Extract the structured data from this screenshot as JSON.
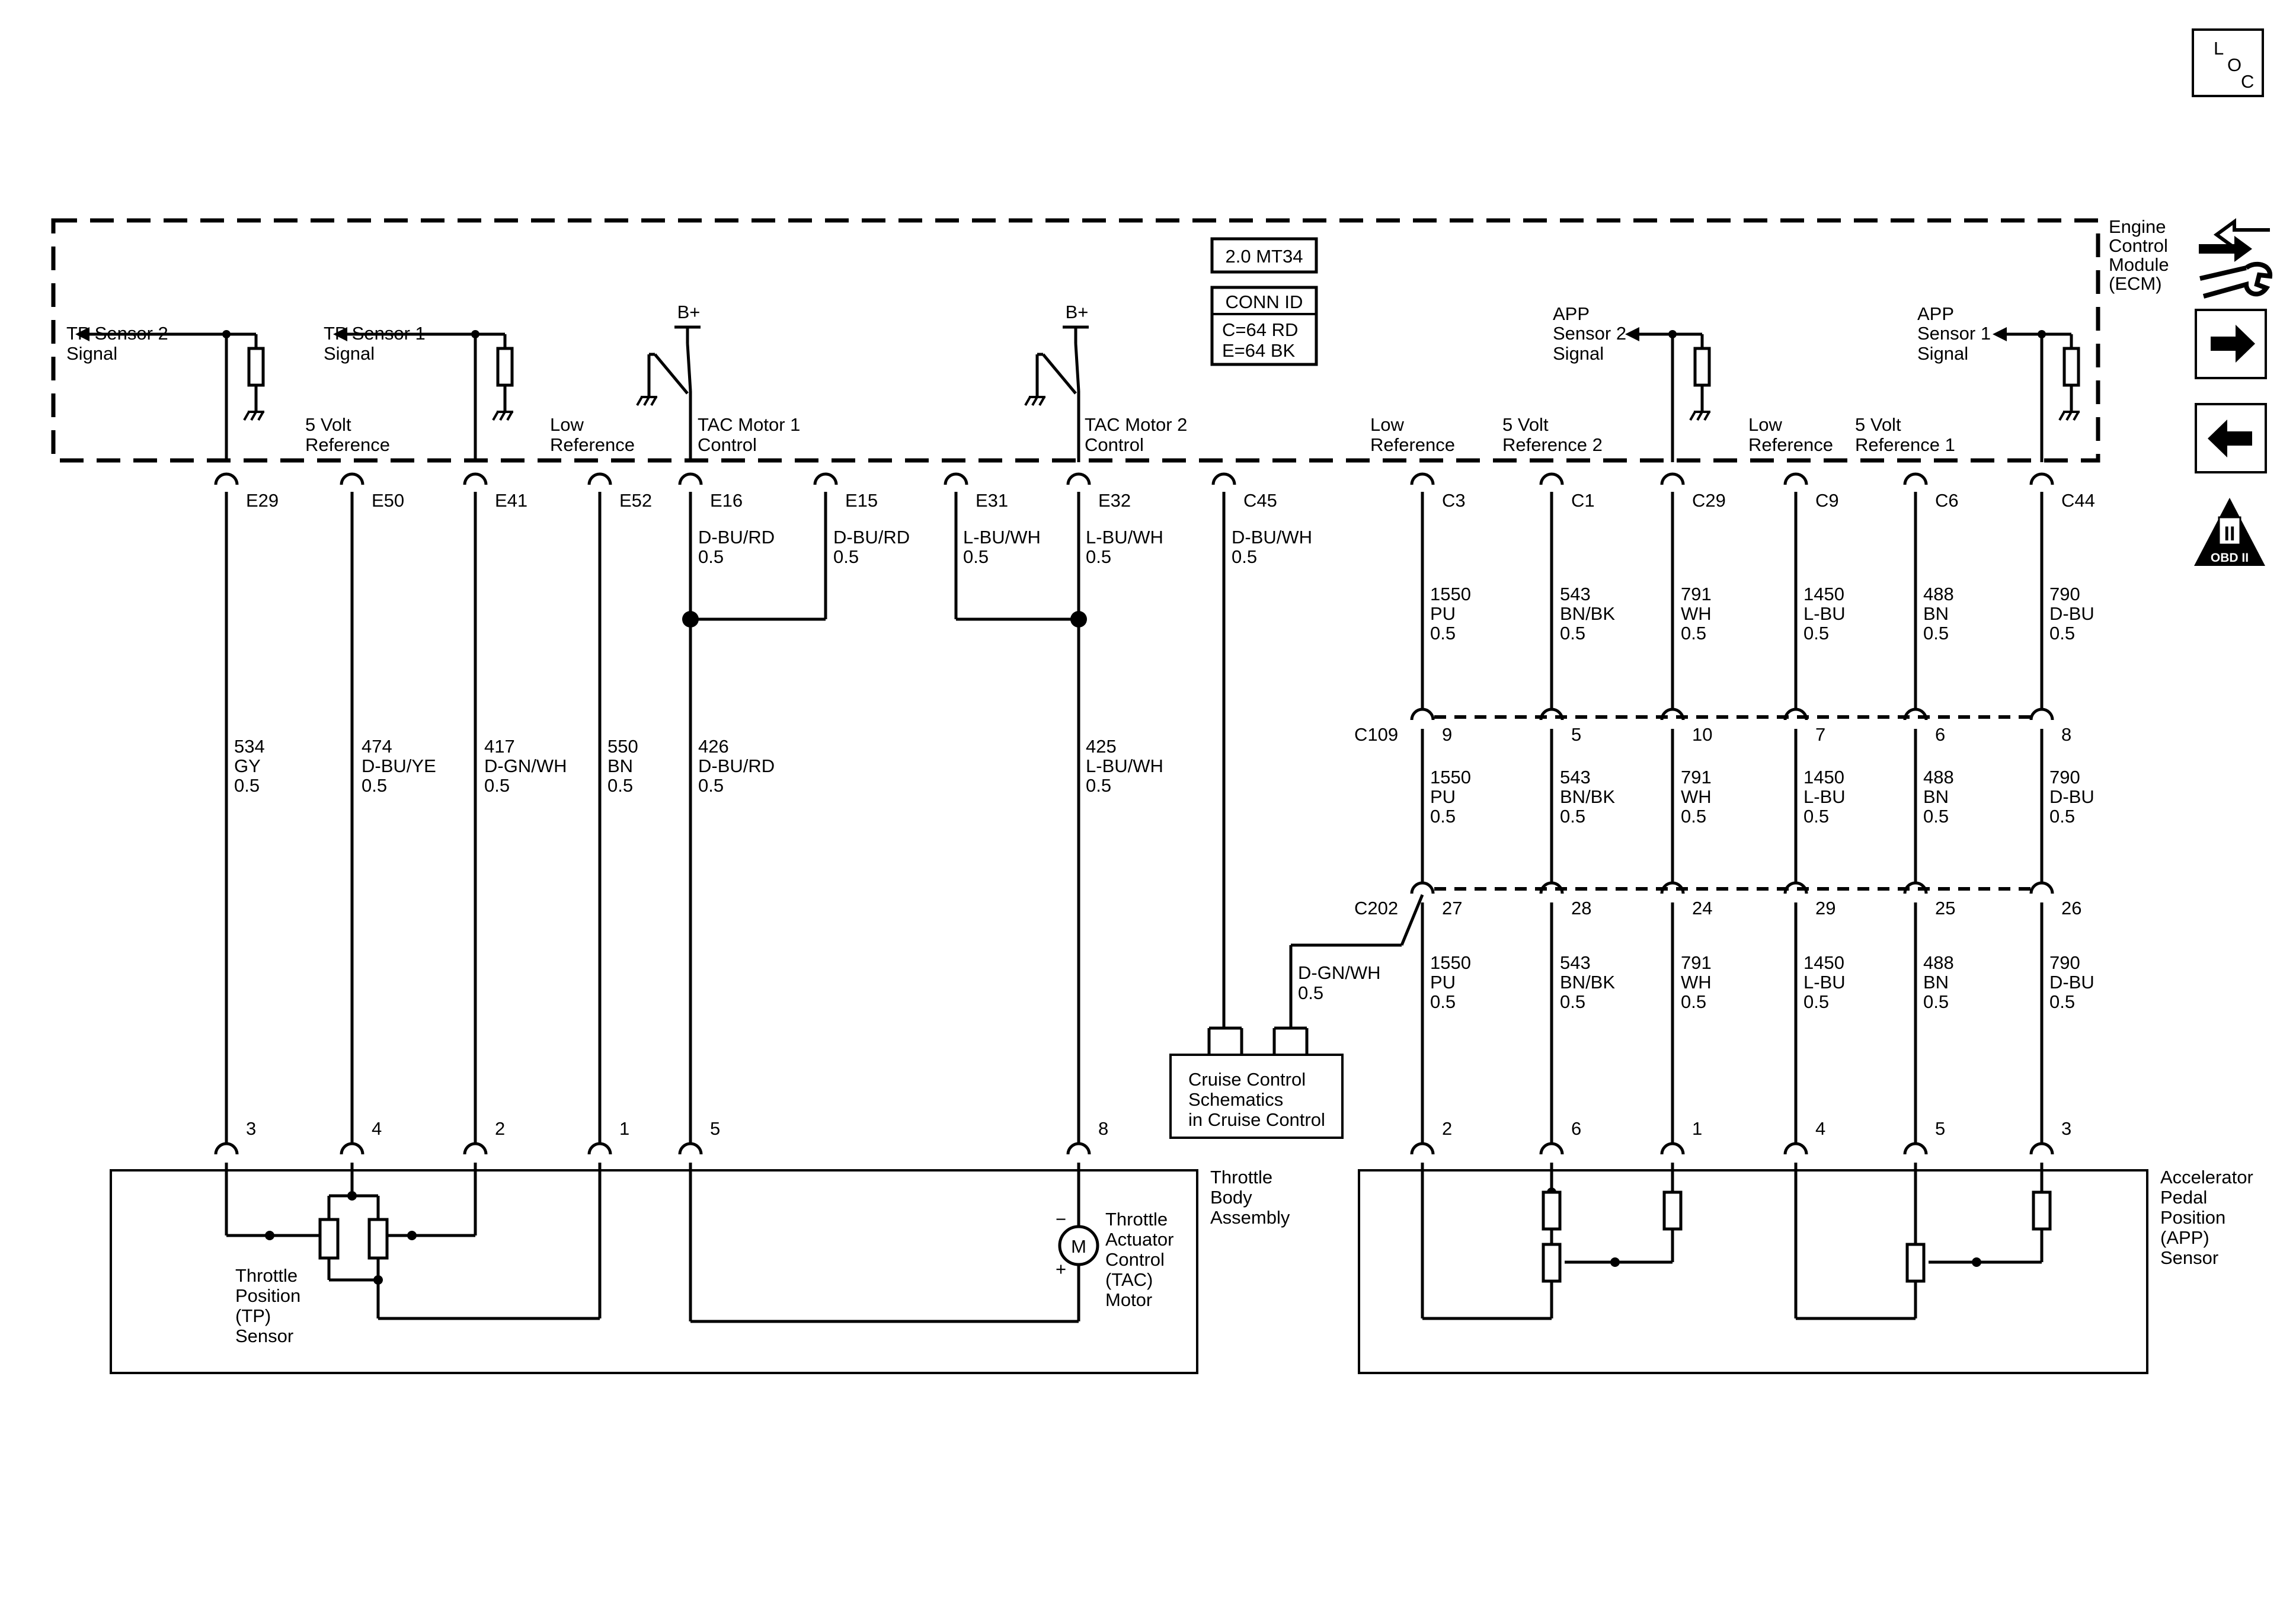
{
  "module": {
    "name": [
      "Engine",
      "Control",
      "Module",
      "(ECM)"
    ],
    "engine_code": "2.0 MT34",
    "conn_id_title": "CONN ID",
    "conn_id_lines": [
      "C=64 RD",
      "E=64 BK"
    ],
    "battery_label": "B+"
  },
  "ecm_labels": {
    "tp2": [
      "TP Sensor 2",
      "Signal"
    ],
    "tp1": [
      "TP Sensor 1",
      "Signal"
    ],
    "vref_tp": [
      "5 Volt",
      "Reference"
    ],
    "lowref_tp": [
      "Low",
      "Reference"
    ],
    "tac1": [
      "TAC Motor 1",
      "Control"
    ],
    "tac2": [
      "TAC Motor 2",
      "Control"
    ],
    "app2": [
      "APP",
      "Sensor 2",
      "Signal"
    ],
    "app1": [
      "APP",
      "Sensor 1",
      "Signal"
    ],
    "lowref_app2": [
      "Low",
      "Reference"
    ],
    "vref_app2": [
      "5 Volt",
      "Reference 2"
    ],
    "lowref_app1": [
      "Low",
      "Reference"
    ],
    "vref_app1": [
      "5 Volt",
      "Reference 1"
    ]
  },
  "ecm_pins": [
    "E29",
    "E50",
    "E41",
    "E52",
    "E16",
    "E15",
    "E31",
    "E32",
    "C45",
    "C3",
    "C1",
    "C29",
    "C9",
    "C6",
    "C44"
  ],
  "short_wires": [
    [
      "D-BU/RD",
      "0.5"
    ],
    [
      "D-BU/RD",
      "0.5"
    ],
    [
      "L-BU/WH",
      "0.5"
    ],
    [
      "L-BU/WH",
      "0.5"
    ],
    [
      "D-BU/WH",
      "0.5"
    ]
  ],
  "tp_wires": [
    [
      "534",
      "GY",
      "0.5"
    ],
    [
      "474",
      "D-BU/YE",
      "0.5"
    ],
    [
      "417",
      "D-GN/WH",
      "0.5"
    ],
    [
      "550",
      "BN",
      "0.5"
    ],
    [
      "426",
      "D-BU/RD",
      "0.5"
    ],
    [
      "425",
      "L-BU/WH",
      "0.5"
    ]
  ],
  "app_wires": [
    [
      "1550",
      "PU",
      "0.5"
    ],
    [
      "543",
      "BN/BK",
      "0.5"
    ],
    [
      "791",
      "WH",
      "0.5"
    ],
    [
      "1450",
      "L-BU",
      "0.5"
    ],
    [
      "488",
      "BN",
      "0.5"
    ],
    [
      "790",
      "D-BU",
      "0.5"
    ]
  ],
  "connectors": {
    "c109": {
      "name": "C109",
      "pins": [
        "9",
        "5",
        "10",
        "7",
        "6",
        "8"
      ]
    },
    "c202": {
      "name": "C202",
      "pins": [
        "27",
        "28",
        "24",
        "29",
        "25",
        "26"
      ]
    }
  },
  "cruise": {
    "wire": [
      "D-GN/WH",
      "0.5"
    ],
    "box": [
      "Cruise Control",
      "Schematics",
      "in Cruise Control"
    ]
  },
  "throttle_body": {
    "pins": [
      "3",
      "4",
      "2",
      "1",
      "5",
      "8"
    ],
    "name": [
      "Throttle",
      "Body",
      "Assembly"
    ],
    "tp_sensor": [
      "Throttle",
      "Position",
      "(TP)",
      "Sensor"
    ],
    "motor": [
      "Throttle",
      "Actuator",
      "Control",
      "(TAC)",
      "Motor"
    ],
    "motor_symbol": "M",
    "minus": "−",
    "plus": "+"
  },
  "app_sensor": {
    "pins": [
      "2",
      "6",
      "1",
      "4",
      "5",
      "3"
    ],
    "name": [
      "Accelerator",
      "Pedal",
      "Position",
      "(APP)",
      "Sensor"
    ]
  },
  "side_icons": {
    "loc": [
      "L",
      "O",
      "C"
    ],
    "obd": "OBD II",
    "obd_numeral": "II",
    "icons": [
      "wrench-arrows-icon",
      "arrow-right-icon",
      "arrow-left-icon",
      "obd-ii-icon"
    ]
  }
}
